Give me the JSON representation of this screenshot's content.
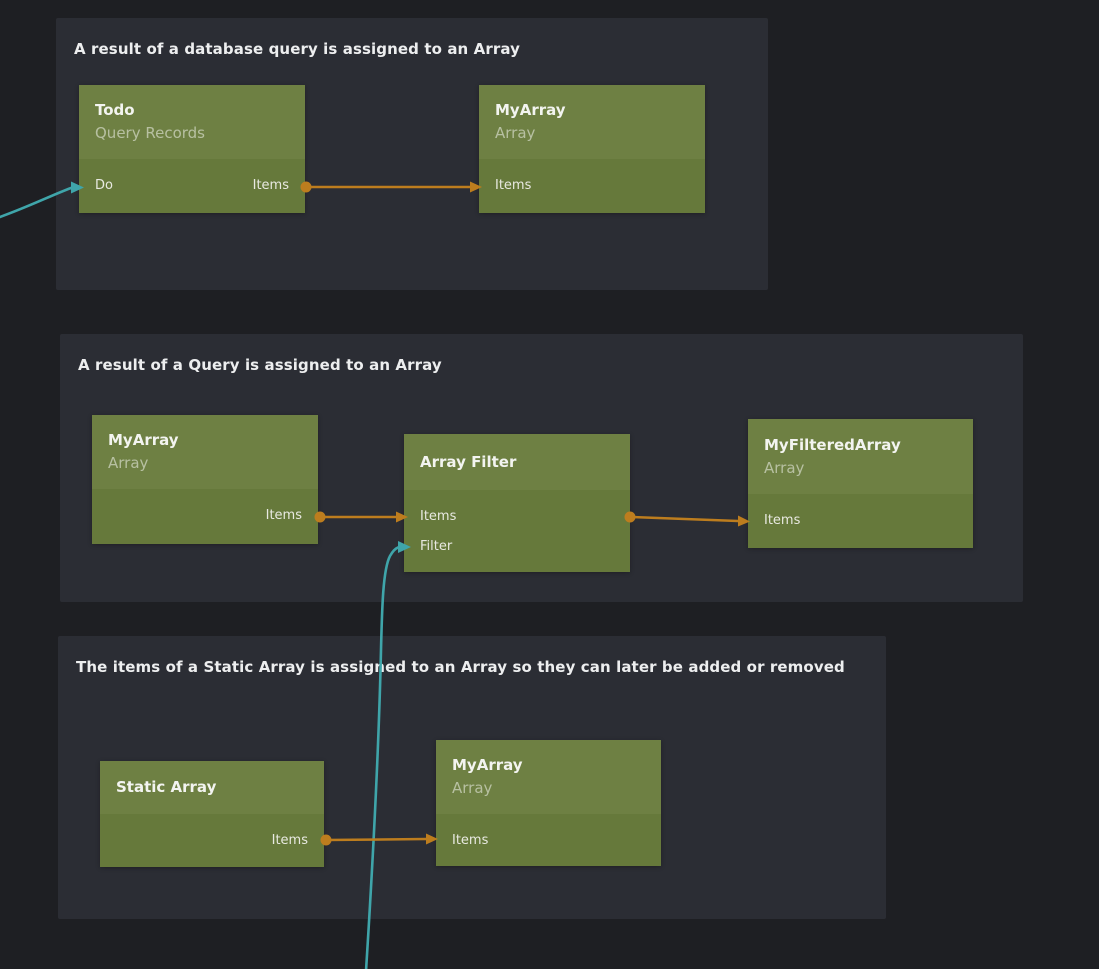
{
  "canvas": {
    "type": "node-graph-editor"
  },
  "colors": {
    "canvas_bg": "#1E1F23",
    "group_bg": "#2B2D34",
    "node_header": "#6E8043",
    "node_body": "#66793B",
    "data_connection": "#BD7D1E",
    "signal_connection": "#3FA5AA"
  },
  "groups": [
    {
      "title": "A result of a database query is assigned to an Array",
      "nodes": [
        {
          "title": "Todo",
          "subtitle": "Query Records",
          "ports": {
            "row0_left": "Do",
            "row0_right": "Items"
          }
        },
        {
          "title": "MyArray",
          "subtitle": "Array",
          "ports": {
            "row0_left": "Items"
          }
        }
      ]
    },
    {
      "title": "A result of a Query is assigned to an Array",
      "nodes": [
        {
          "title": "MyArray",
          "subtitle": "Array",
          "ports": {
            "row0_right": "Items"
          }
        },
        {
          "title": "Array Filter",
          "ports": {
            "row0_left": "Items",
            "row1_left": "Filter"
          }
        },
        {
          "title": "MyFilteredArray",
          "subtitle": "Array",
          "ports": {
            "row0_left": "Items"
          }
        }
      ]
    },
    {
      "title": "The items of a Static Array is assigned to an Array so they can later be added or removed",
      "nodes": [
        {
          "title": "Static Array",
          "ports": {
            "row0_right": "Items"
          }
        },
        {
          "title": "MyArray",
          "subtitle": "Array",
          "ports": {
            "row0_left": "Items"
          }
        }
      ]
    }
  ],
  "connections": [
    {
      "from": "Todo.Items",
      "to": "MyArray.Items",
      "kind": "data"
    },
    {
      "from": "MyArray.Items",
      "to": "Array Filter.Items",
      "kind": "data"
    },
    {
      "from": "Array Filter.Items",
      "to": "MyFilteredArray.Items",
      "kind": "data"
    },
    {
      "from": "Static Array.Items",
      "to": "MyArray.Items",
      "kind": "data"
    },
    {
      "from": "offscreen-left",
      "to": "Todo.Do",
      "kind": "signal"
    },
    {
      "from": "offscreen-bottom",
      "to": "Array Filter.Filter",
      "kind": "signal"
    }
  ]
}
